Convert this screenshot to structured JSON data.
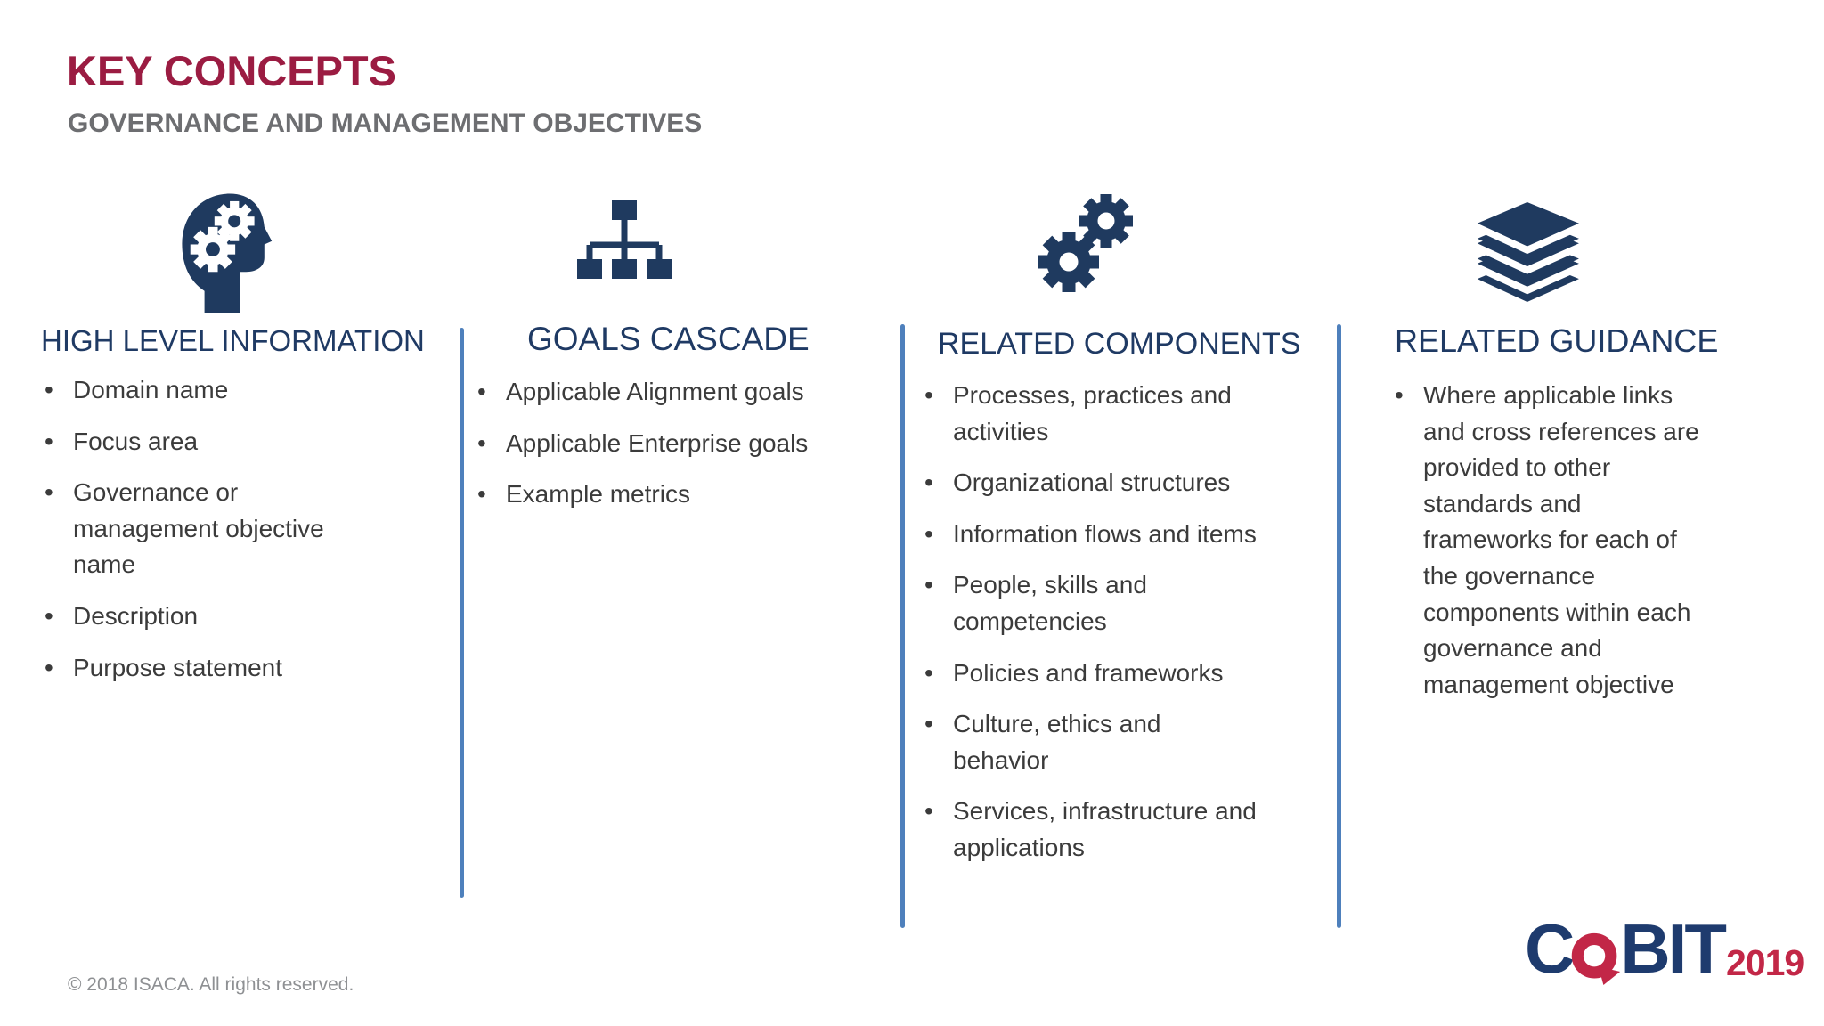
{
  "slide": {
    "title": "KEY CONCEPTS",
    "subtitle": "GOVERNANCE AND MANAGEMENT OBJECTIVES",
    "footer": "© 2018 ISACA. All rights reserved.",
    "colors": {
      "title_maroon": "#9B1C42",
      "header_navy": "#1F3A64",
      "icon_navy": "#1F3A5F",
      "divider_blue": "#4E80BC",
      "body_text": "#3B3B3B",
      "subtitle_gray": "#6D6E71",
      "footer_gray": "#8E9093",
      "logo_navy": "#1E3B6E",
      "logo_red": "#C22747"
    },
    "columns": [
      {
        "icon": "head-gears-icon",
        "header": "HIGH LEVEL INFORMATION",
        "bullets": [
          "Domain name",
          "Focus area",
          "Governance or\nmanagement objective\nname",
          "Description",
          "Purpose statement"
        ]
      },
      {
        "icon": "org-chart-icon",
        "header": "GOALS CASCADE",
        "bullets": [
          "Applicable Alignment goals",
          "Applicable Enterprise goals",
          "Example metrics"
        ]
      },
      {
        "icon": "gears-icon",
        "header": "RELATED COMPONENTS",
        "bullets": [
          "Processes, practices and\nactivities",
          "Organizational structures",
          "Information flows and items",
          "People, skills and\ncompetencies",
          "Policies and frameworks",
          "Culture, ethics and\nbehavior",
          "Services, infrastructure and\napplications"
        ]
      },
      {
        "icon": "books-icon",
        "header": "RELATED GUIDANCE",
        "bullets": [
          "Where applicable links\nand cross references are\nprovided to other\nstandards and\nframeworks for each of\nthe governance\ncomponents within each\ngovernance and\nmanagement objective"
        ]
      }
    ],
    "logo": {
      "prefix": "C",
      "suffix": "BIT",
      "year": "2019"
    }
  }
}
